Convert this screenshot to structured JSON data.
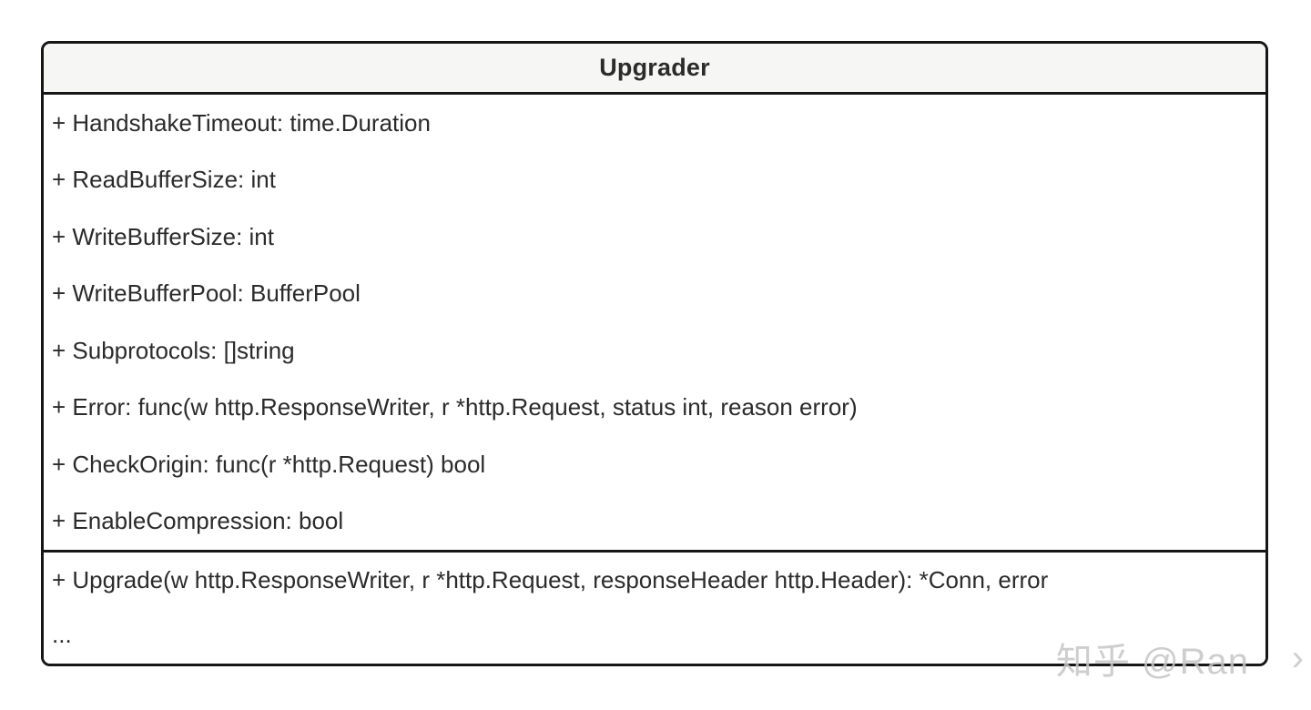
{
  "class_box": {
    "title": "Upgrader",
    "fields": [
      "+ HandshakeTimeout: time.Duration",
      "+ ReadBufferSize: int",
      "+ WriteBufferSize: int",
      "+ WriteBufferPool: BufferPool",
      "+ Subprotocols: []string",
      "+ Error: func(w http.ResponseWriter, r *http.Request, status int, reason error)",
      "+ CheckOrigin: func(r *http.Request) bool",
      "+ EnableCompression: bool"
    ],
    "methods": [
      "+ Upgrade(w http.ResponseWriter, r *http.Request, responseHeader http.Header): *Conn, error",
      "..."
    ]
  },
  "watermark": {
    "text": "知乎 @Ran",
    "arrow": "›"
  },
  "colors": {
    "border": "#161616",
    "header_bg": "#f6f6f4",
    "body_bg": "#ffffff",
    "text": "#2b2b2b",
    "watermark": "#c6c6c6"
  }
}
